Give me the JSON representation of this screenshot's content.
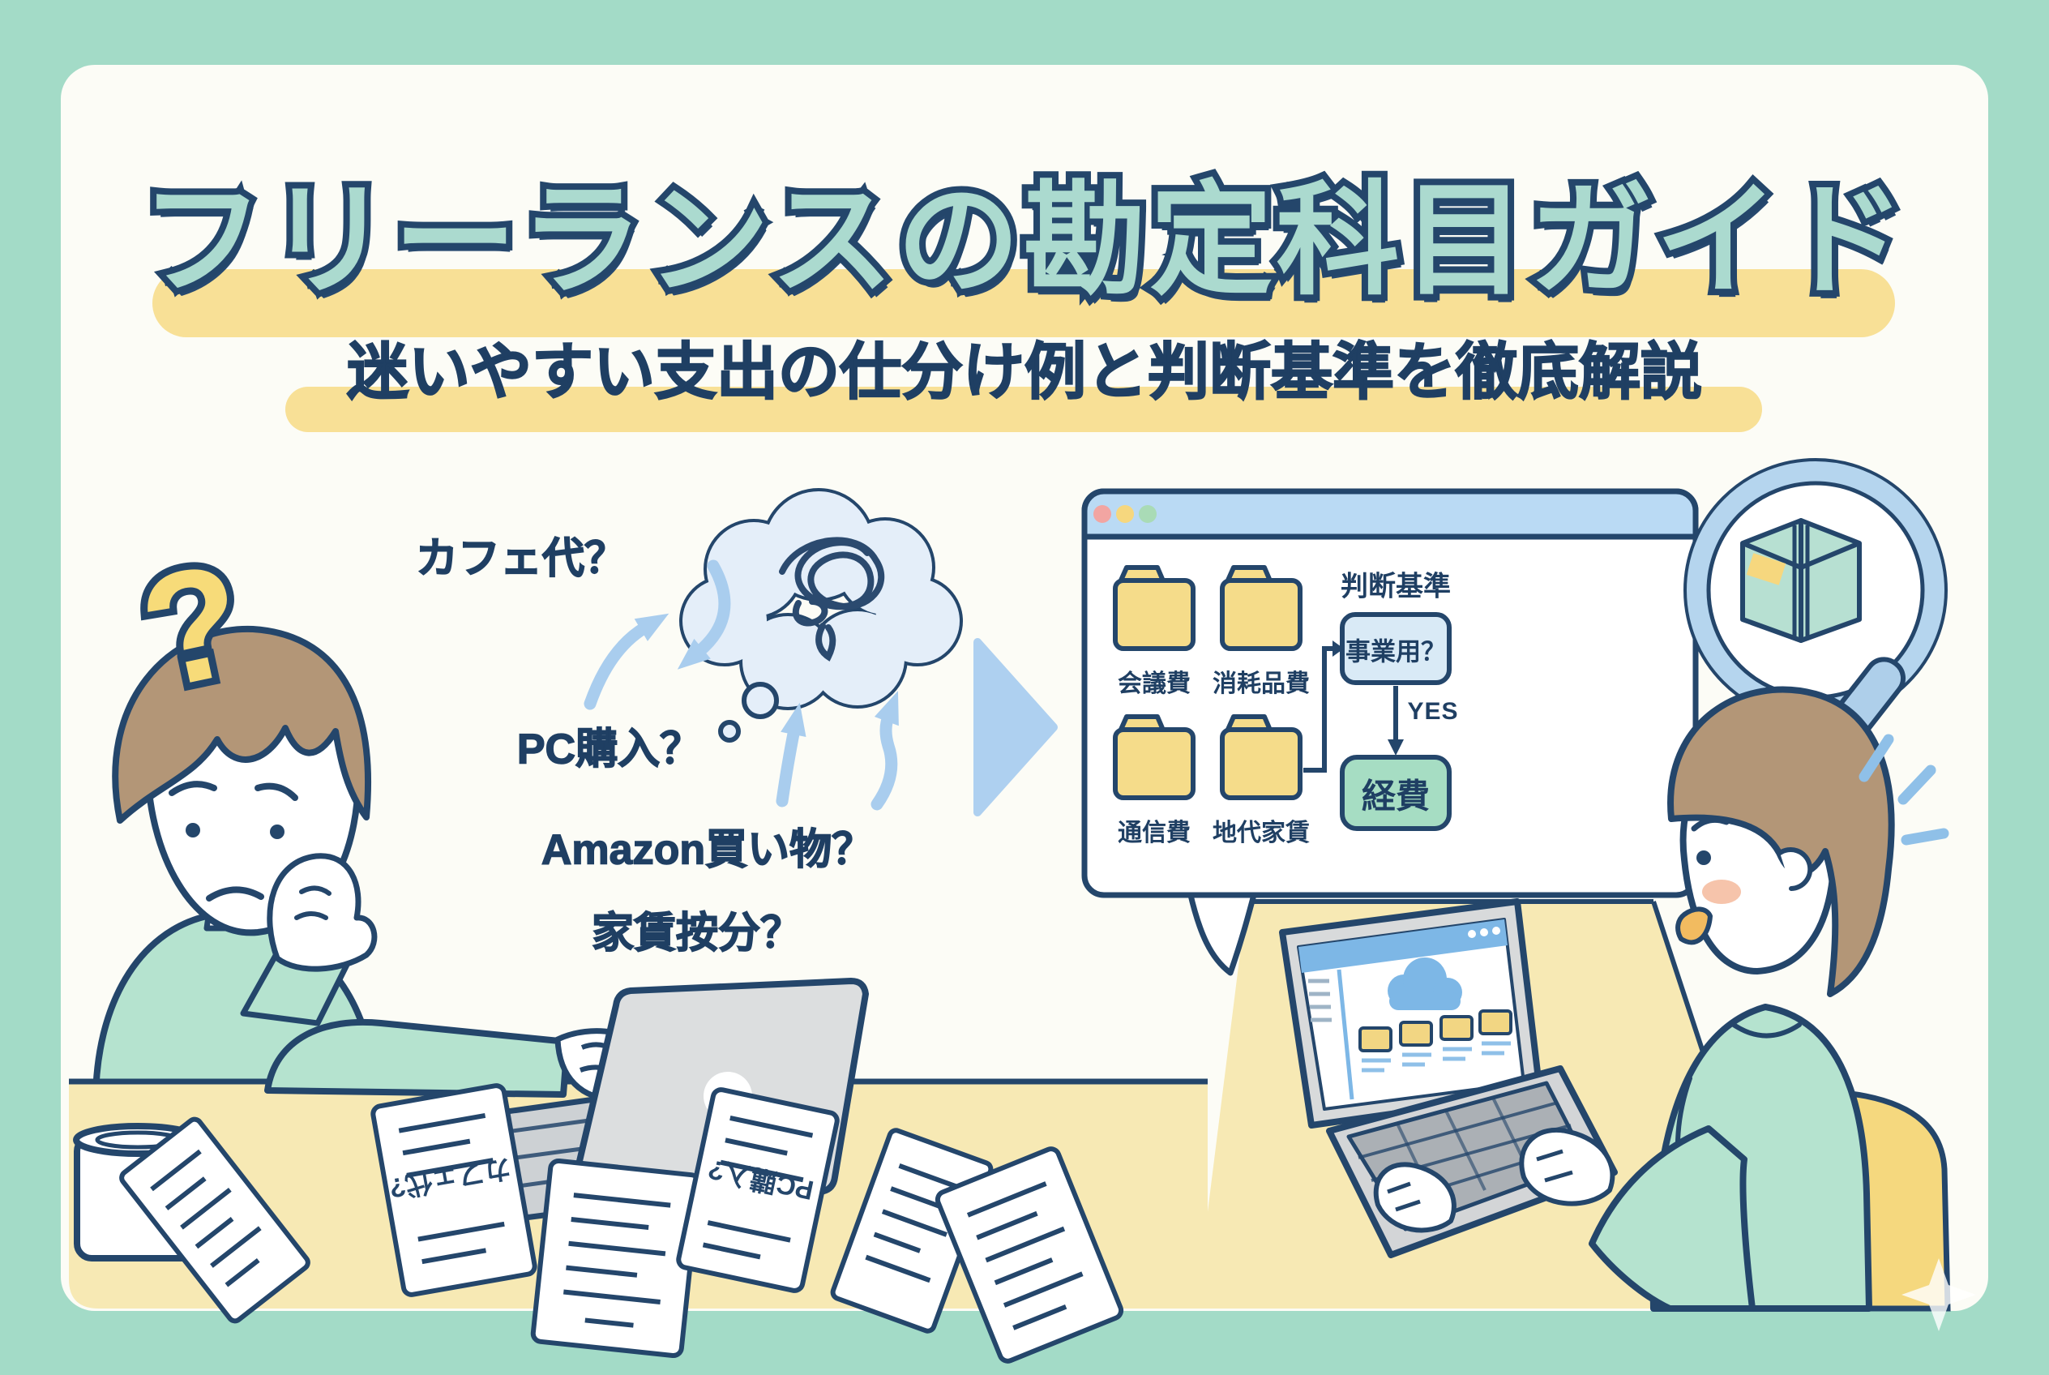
{
  "page": {
    "title": "フリーランスの勘定科目ガイド",
    "subtitle": "迷いやすい支出の仕分け例と判断基準を徹底解説"
  },
  "confusion": {
    "question_mark": "?",
    "labels": [
      "カフェ代？",
      "PC購入？",
      "Amazon買い物？",
      "家賃按分？"
    ]
  },
  "receipts": {
    "labels": [
      "カフェ代?",
      "PC購入?"
    ]
  },
  "browser_window": {
    "folders": [
      "会議費",
      "消耗品費",
      "通信費",
      "地代家賃"
    ],
    "criteria_heading": "判断基準",
    "decision_question": "事業用？",
    "yes_label": "YES",
    "result_box": "経費"
  },
  "icons": {
    "thought_bubble": "tangled-thought-bubble",
    "flow_arrow": "right-triangle-arrow",
    "magnifier": "magnifying-glass-with-book",
    "window_dots": [
      "red",
      "yellow",
      "green"
    ],
    "laptop_screen": "cloud-folder-file-manager"
  },
  "colors": {
    "background": "#a3dbc7",
    "card": "#fcfcf6",
    "outline_navy": "#24466b",
    "text_navy": "#1f3f63",
    "title_mint": "#abdacf",
    "highlight_yellow": "#f8e096",
    "folder_yellow": "#f5dc8a",
    "desk_yellow": "#f7e9b4",
    "chair_yellow": "#f5d87e",
    "arrow_blue": "#a9cdee",
    "bubble_blue": "#e4eef9",
    "browser_bar_blue": "#badaf4",
    "decision_box_blue": "#d9eaf6",
    "result_box_green": "#a6ddc3",
    "hair_brown": "#b39677"
  }
}
